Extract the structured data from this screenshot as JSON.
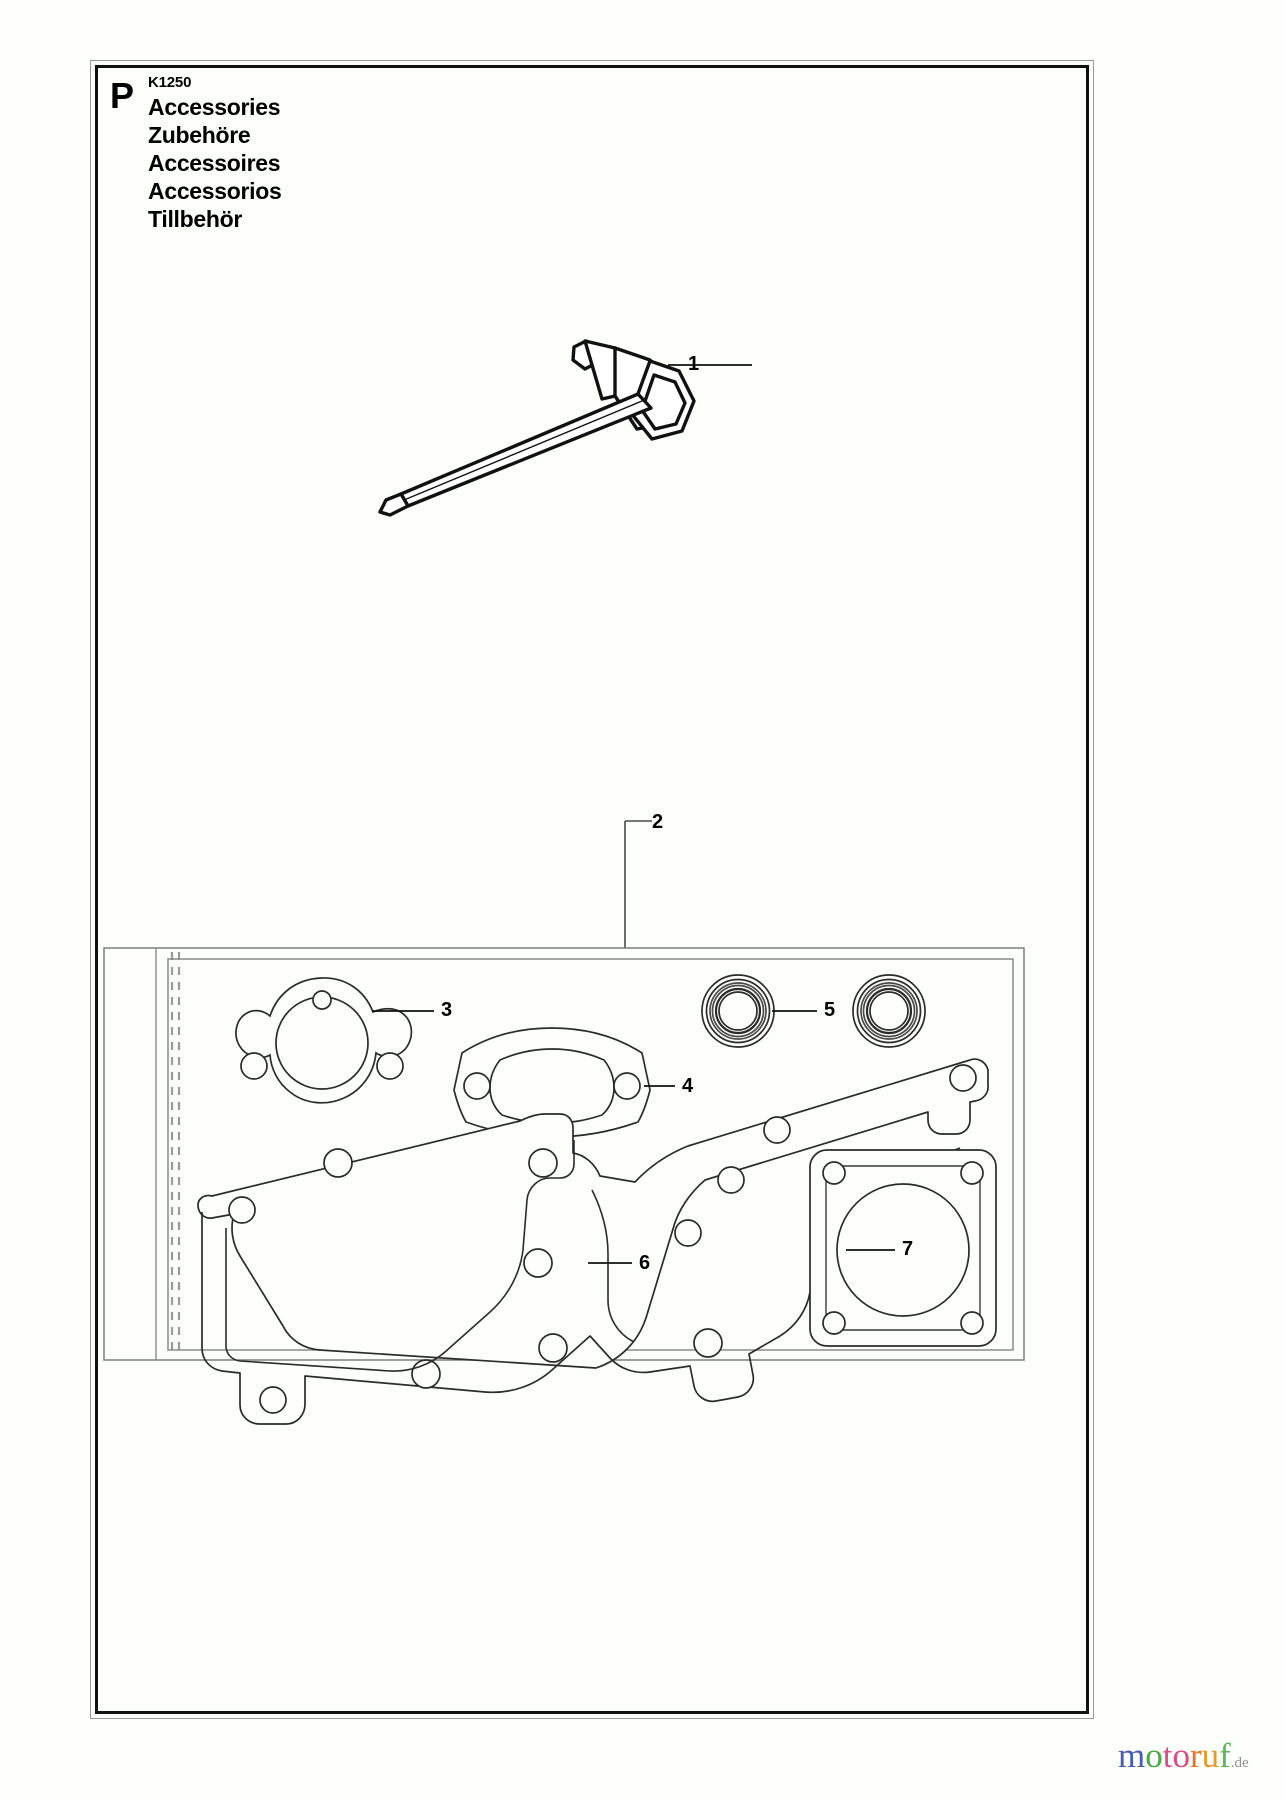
{
  "page": {
    "section_letter": "P",
    "model_code": "K1250",
    "titles": [
      "Accessories",
      "Zubehöre",
      "Accessoires",
      "Accessorios",
      "Tillbehör"
    ]
  },
  "callouts": [
    {
      "id": "1",
      "label": "1",
      "part": "t-handle-combination-wrench"
    },
    {
      "id": "2",
      "label": "2",
      "part": "gasket-kit-envelope"
    },
    {
      "id": "3",
      "label": "3",
      "part": "carburetor-flange-gasket"
    },
    {
      "id": "4",
      "label": "4",
      "part": "muffler-gasket"
    },
    {
      "id": "5",
      "label": "5",
      "part": "crankshaft-seal-ring"
    },
    {
      "id": "6",
      "label": "6",
      "part": "crankcase-gasket"
    },
    {
      "id": "7",
      "label": "7",
      "part": "cover-gasket-square"
    }
  ],
  "watermark": {
    "letters": [
      {
        "char": "m",
        "color": "#4a5bb5"
      },
      {
        "char": "o",
        "color": "#4aa84a"
      },
      {
        "char": "t",
        "color": "#d94f8f"
      },
      {
        "char": "o",
        "color": "#e0487f"
      },
      {
        "char": "r",
        "color": "#e8762a"
      },
      {
        "char": "u",
        "color": "#e89a2a"
      },
      {
        "char": "f",
        "color": "#5cb85c"
      }
    ],
    "suffix": ".de"
  },
  "colors": {
    "frame": "#111111",
    "frame_outer": "#9a9a9a",
    "line": "#1a1a1a",
    "gasket_line": "#2b2b2b",
    "envelope_line": "#8a8a8a",
    "background": "#fdfffa"
  }
}
